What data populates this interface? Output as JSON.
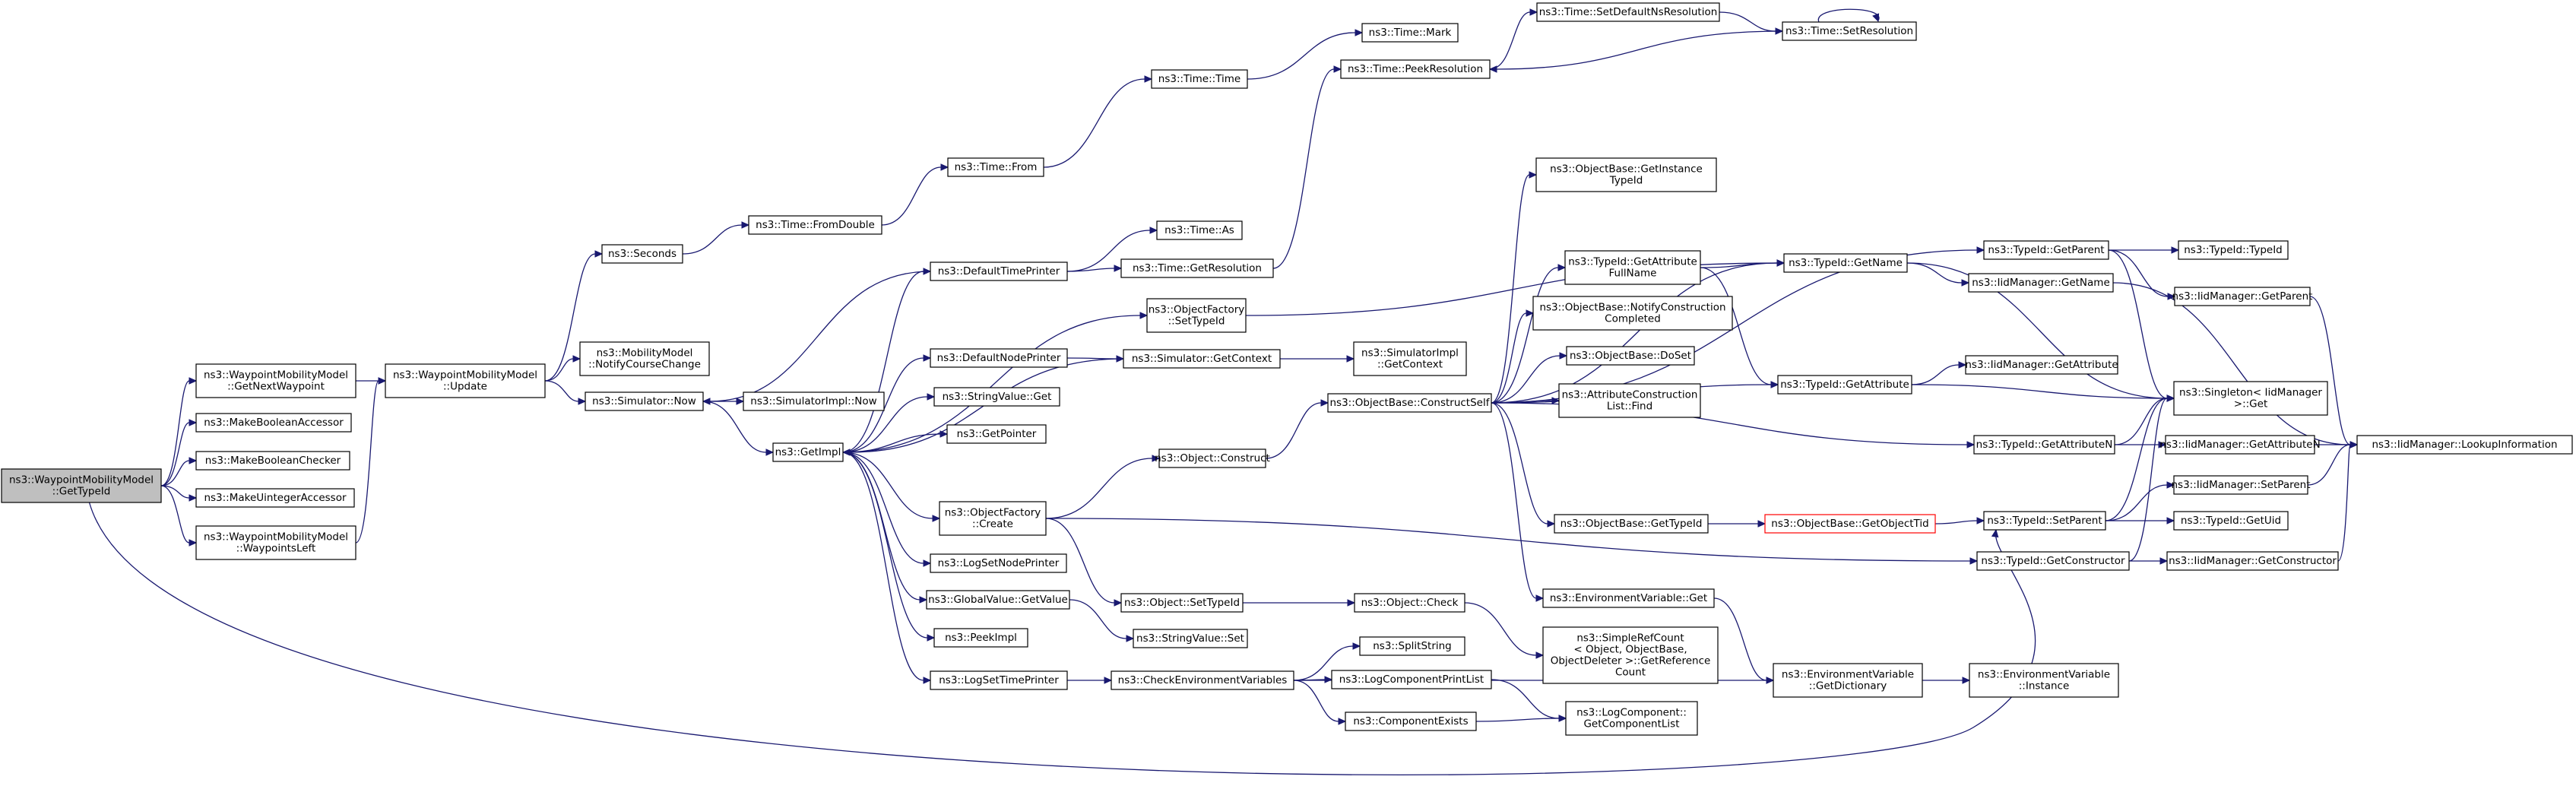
{
  "colors": {
    "edge": "#191970",
    "root_fill": "#bfbfbf",
    "node_border": "#000000",
    "highlight_border": "#ff0000"
  },
  "nodes": {
    "root": [
      "ns3::WaypointMobilityModel",
      "::GetTypeId"
    ],
    "wmm_getnext": [
      "ns3::WaypointMobilityModel",
      "::GetNextWaypoint"
    ],
    "make_bool_acc": [
      "ns3::MakeBooleanAccessor"
    ],
    "make_bool_chk": [
      "ns3::MakeBooleanChecker"
    ],
    "make_uint_acc": [
      "ns3::MakeUintegerAccessor"
    ],
    "wmm_left": [
      "ns3::WaypointMobilityModel",
      "::WaypointsLeft"
    ],
    "wmm_update": [
      "ns3::WaypointMobilityModel",
      "::Update"
    ],
    "seconds": [
      "ns3::Seconds"
    ],
    "notify_course": [
      "ns3::MobilityModel",
      "::NotifyCourseChange"
    ],
    "sim_now": [
      "ns3::Simulator::Now"
    ],
    "simimpl_now": [
      "ns3::SimulatorImpl::Now"
    ],
    "fromdouble": [
      "ns3::Time::FromDouble"
    ],
    "from": [
      "ns3::Time::From"
    ],
    "time": [
      "ns3::Time::Time"
    ],
    "mark": [
      "ns3::Time::Mark"
    ],
    "set_default_ns": [
      "ns3::Time::SetDefaultNsResolution"
    ],
    "set_res": [
      "ns3::Time::SetResolution"
    ],
    "peek_res": [
      "ns3::Time::PeekResolution"
    ],
    "as": [
      "ns3::Time::As"
    ],
    "get_res": [
      "ns3::Time::GetResolution"
    ],
    "def_time_printer": [
      "ns3::DefaultTimePrinter"
    ],
    "of_settypeid": [
      "ns3::ObjectFactory",
      "::SetTypeId"
    ],
    "def_node_printer": [
      "ns3::DefaultNodePrinter"
    ],
    "sim_getcontext": [
      "ns3::Simulator::GetContext"
    ],
    "simimpl_getcontext": [
      "ns3::SimulatorImpl",
      "::GetContext"
    ],
    "stringvalue_get": [
      "ns3::StringValue::Get"
    ],
    "getpointer": [
      "ns3::GetPointer"
    ],
    "getimpl": [
      "ns3::GetImpl"
    ],
    "object_construct": [
      "ns3::Object::Construct"
    ],
    "of_create": [
      "ns3::ObjectFactory",
      "::Create"
    ],
    "log_set_node": [
      "ns3::LogSetNodePrinter"
    ],
    "gv_getvalue": [
      "ns3::GlobalValue::GetValue"
    ],
    "stringvalue_set": [
      "ns3::StringValue::Set"
    ],
    "peekimpl": [
      "ns3::PeekImpl"
    ],
    "log_set_time": [
      "ns3::LogSetTimePrinter"
    ],
    "obj_settypeid": [
      "ns3::Object::SetTypeId"
    ],
    "obj_check": [
      "ns3::Object::Check"
    ],
    "check_env": [
      "ns3::CheckEnvironmentVariables"
    ],
    "splitstring": [
      "ns3::SplitString"
    ],
    "log_comp_print": [
      "ns3::LogComponentPrintList"
    ],
    "comp_exists": [
      "ns3::ComponentExists"
    ],
    "log_comp_list": [
      "ns3::LogComponent::",
      "GetComponentList"
    ],
    "simple_refcount": [
      "ns3::SimpleRefCount",
      "< Object, ObjectBase,",
      "ObjectDeleter >::GetReference",
      "Count"
    ],
    "ob_getinstance": [
      "ns3::ObjectBase::GetInstance",
      "TypeId"
    ],
    "typeid_getattrfull": [
      "ns3::TypeId::GetAttribute",
      "FullName"
    ],
    "ob_notify": [
      "ns3::ObjectBase::NotifyConstruction",
      "Completed"
    ],
    "ob_doset": [
      "ns3::ObjectBase::DoSet"
    ],
    "attr_list_find": [
      "ns3::AttributeConstruction",
      "List::Find"
    ],
    "ob_constructself": [
      "ns3::ObjectBase::ConstructSelf"
    ],
    "ob_gettypeid": [
      "ns3::ObjectBase::GetTypeId"
    ],
    "ob_getobjecttid": [
      "ns3::ObjectBase::GetObjectTid"
    ],
    "env_get": [
      "ns3::EnvironmentVariable::Get"
    ],
    "env_getdict": [
      "ns3::EnvironmentVariable",
      "::GetDictionary"
    ],
    "env_instance": [
      "ns3::EnvironmentVariable",
      "::Instance"
    ],
    "typeid_getname": [
      "ns3::TypeId::GetName"
    ],
    "typeid_getattr": [
      "ns3::TypeId::GetAttribute"
    ],
    "typeid_getattrn": [
      "ns3::TypeId::GetAttributeN"
    ],
    "typeid_setparent": [
      "ns3::TypeId::SetParent"
    ],
    "typeid_getctor": [
      "ns3::TypeId::GetConstructor"
    ],
    "typeid_getparent": [
      "ns3::TypeId::GetParent"
    ],
    "typeid_typeid": [
      "ns3::TypeId::TypeId"
    ],
    "iid_getname": [
      "ns3::IidManager::GetName"
    ],
    "iid_getparent": [
      "ns3::IidManager::GetParent"
    ],
    "iid_getattr": [
      "ns3::IidManager::GetAttribute"
    ],
    "singleton_get": [
      "ns3::Singleton< IidManager",
      " >::Get"
    ],
    "iid_getattrn": [
      "ns3::IidManager::GetAttributeN"
    ],
    "iid_lookup": [
      "ns3::IidManager::LookupInformation"
    ],
    "iid_setparent": [
      "ns3::IidManager::SetParent"
    ],
    "typeid_getuid": [
      "ns3::TypeId::GetUid"
    ],
    "iid_getctor": [
      "ns3::IidManager::GetConstructor"
    ]
  }
}
